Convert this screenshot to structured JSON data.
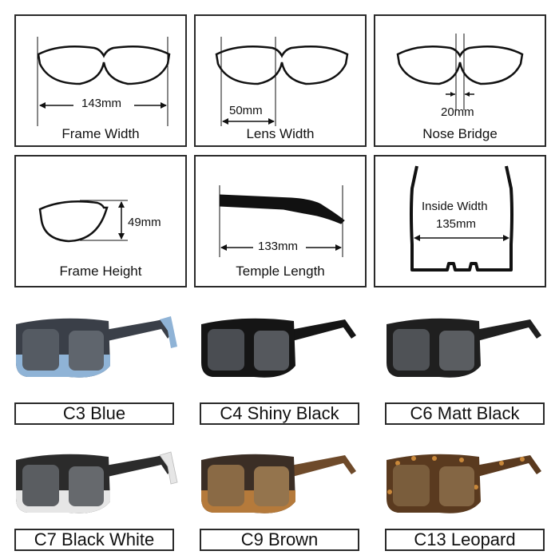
{
  "measurements": [
    {
      "value": "143mm",
      "label": "Frame Width"
    },
    {
      "value": "50mm",
      "label": "Lens Width"
    },
    {
      "value": "20mm",
      "label": "Nose Bridge"
    },
    {
      "value": "49mm",
      "label": "Frame Height"
    },
    {
      "value": "133mm",
      "label": "Temple Length"
    },
    {
      "title": "Inside Width",
      "value": "135mm"
    }
  ],
  "colors": [
    {
      "name": "C3 Blue",
      "frame": "#3a3f48",
      "accent": "#8fb3d6",
      "lens": "#555b63"
    },
    {
      "name": "C4 Shiny Black",
      "frame": "#151515",
      "accent": "#151515",
      "lens": "#4a4d52"
    },
    {
      "name": "C6 Matt Black",
      "frame": "#1f1f1f",
      "accent": "#1f1f1f",
      "lens": "#4f5256"
    },
    {
      "name": "C7 Black White",
      "frame": "#2b2b2b",
      "accent": "#e6e6e6",
      "lens": "#5a5d61"
    },
    {
      "name": "C9 Brown",
      "frame": "#3b2e25",
      "accent": "#b57a3b",
      "lens": "#8a6a45"
    },
    {
      "name": "C13 Leopard",
      "frame": "#5a3a1f",
      "accent": "#c9883a",
      "lens": "#7a5d3c"
    }
  ]
}
